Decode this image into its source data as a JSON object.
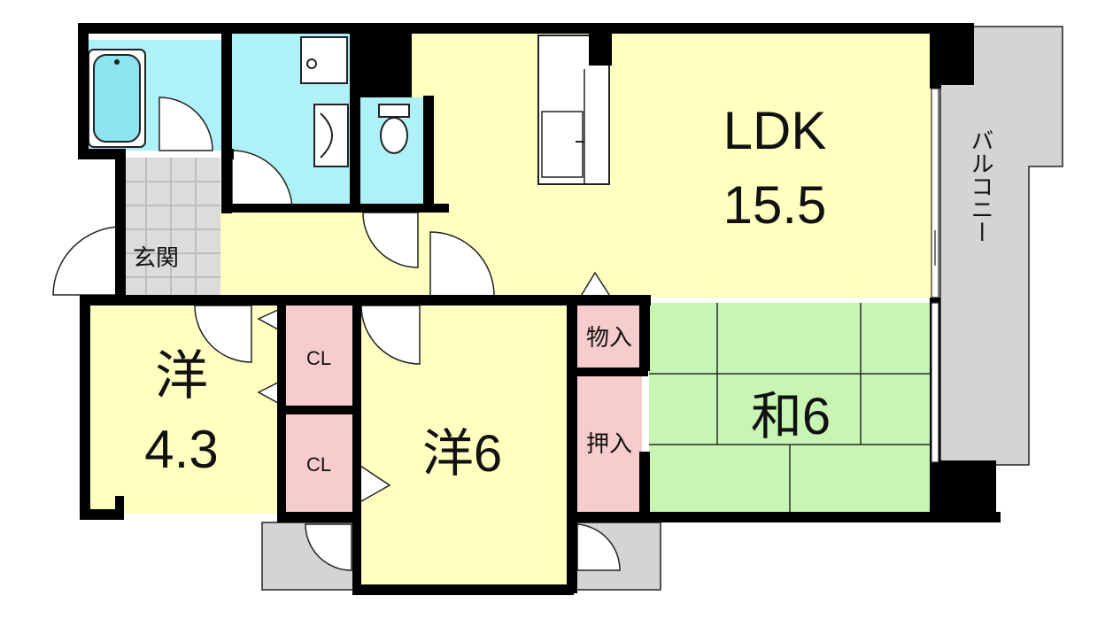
{
  "floorplan": {
    "colors": {
      "wall": "#000000",
      "living": "#ffffc0",
      "wet": "#aef1f7",
      "storage": "#f6cccc",
      "tatami": "#c8f5b4",
      "balcony": "#d4d4d4",
      "entrance_tile": "#dcdcdc"
    },
    "rooms": {
      "ldk_name": "LDK",
      "ldk_size": "15.5",
      "western_small_name": "洋",
      "western_small_size": "4.3",
      "western_main": "洋6",
      "japanese": "和6",
      "closet_top": "CL",
      "closet_bottom": "CL",
      "storage": "物入",
      "oshiire": "押入",
      "entrance": "玄関",
      "balcony": "バルコニー"
    },
    "icons": [
      "bathtub-icon",
      "washing-machine-icon",
      "washbasin-icon",
      "toilet-icon",
      "kitchen-counter-icon"
    ]
  }
}
